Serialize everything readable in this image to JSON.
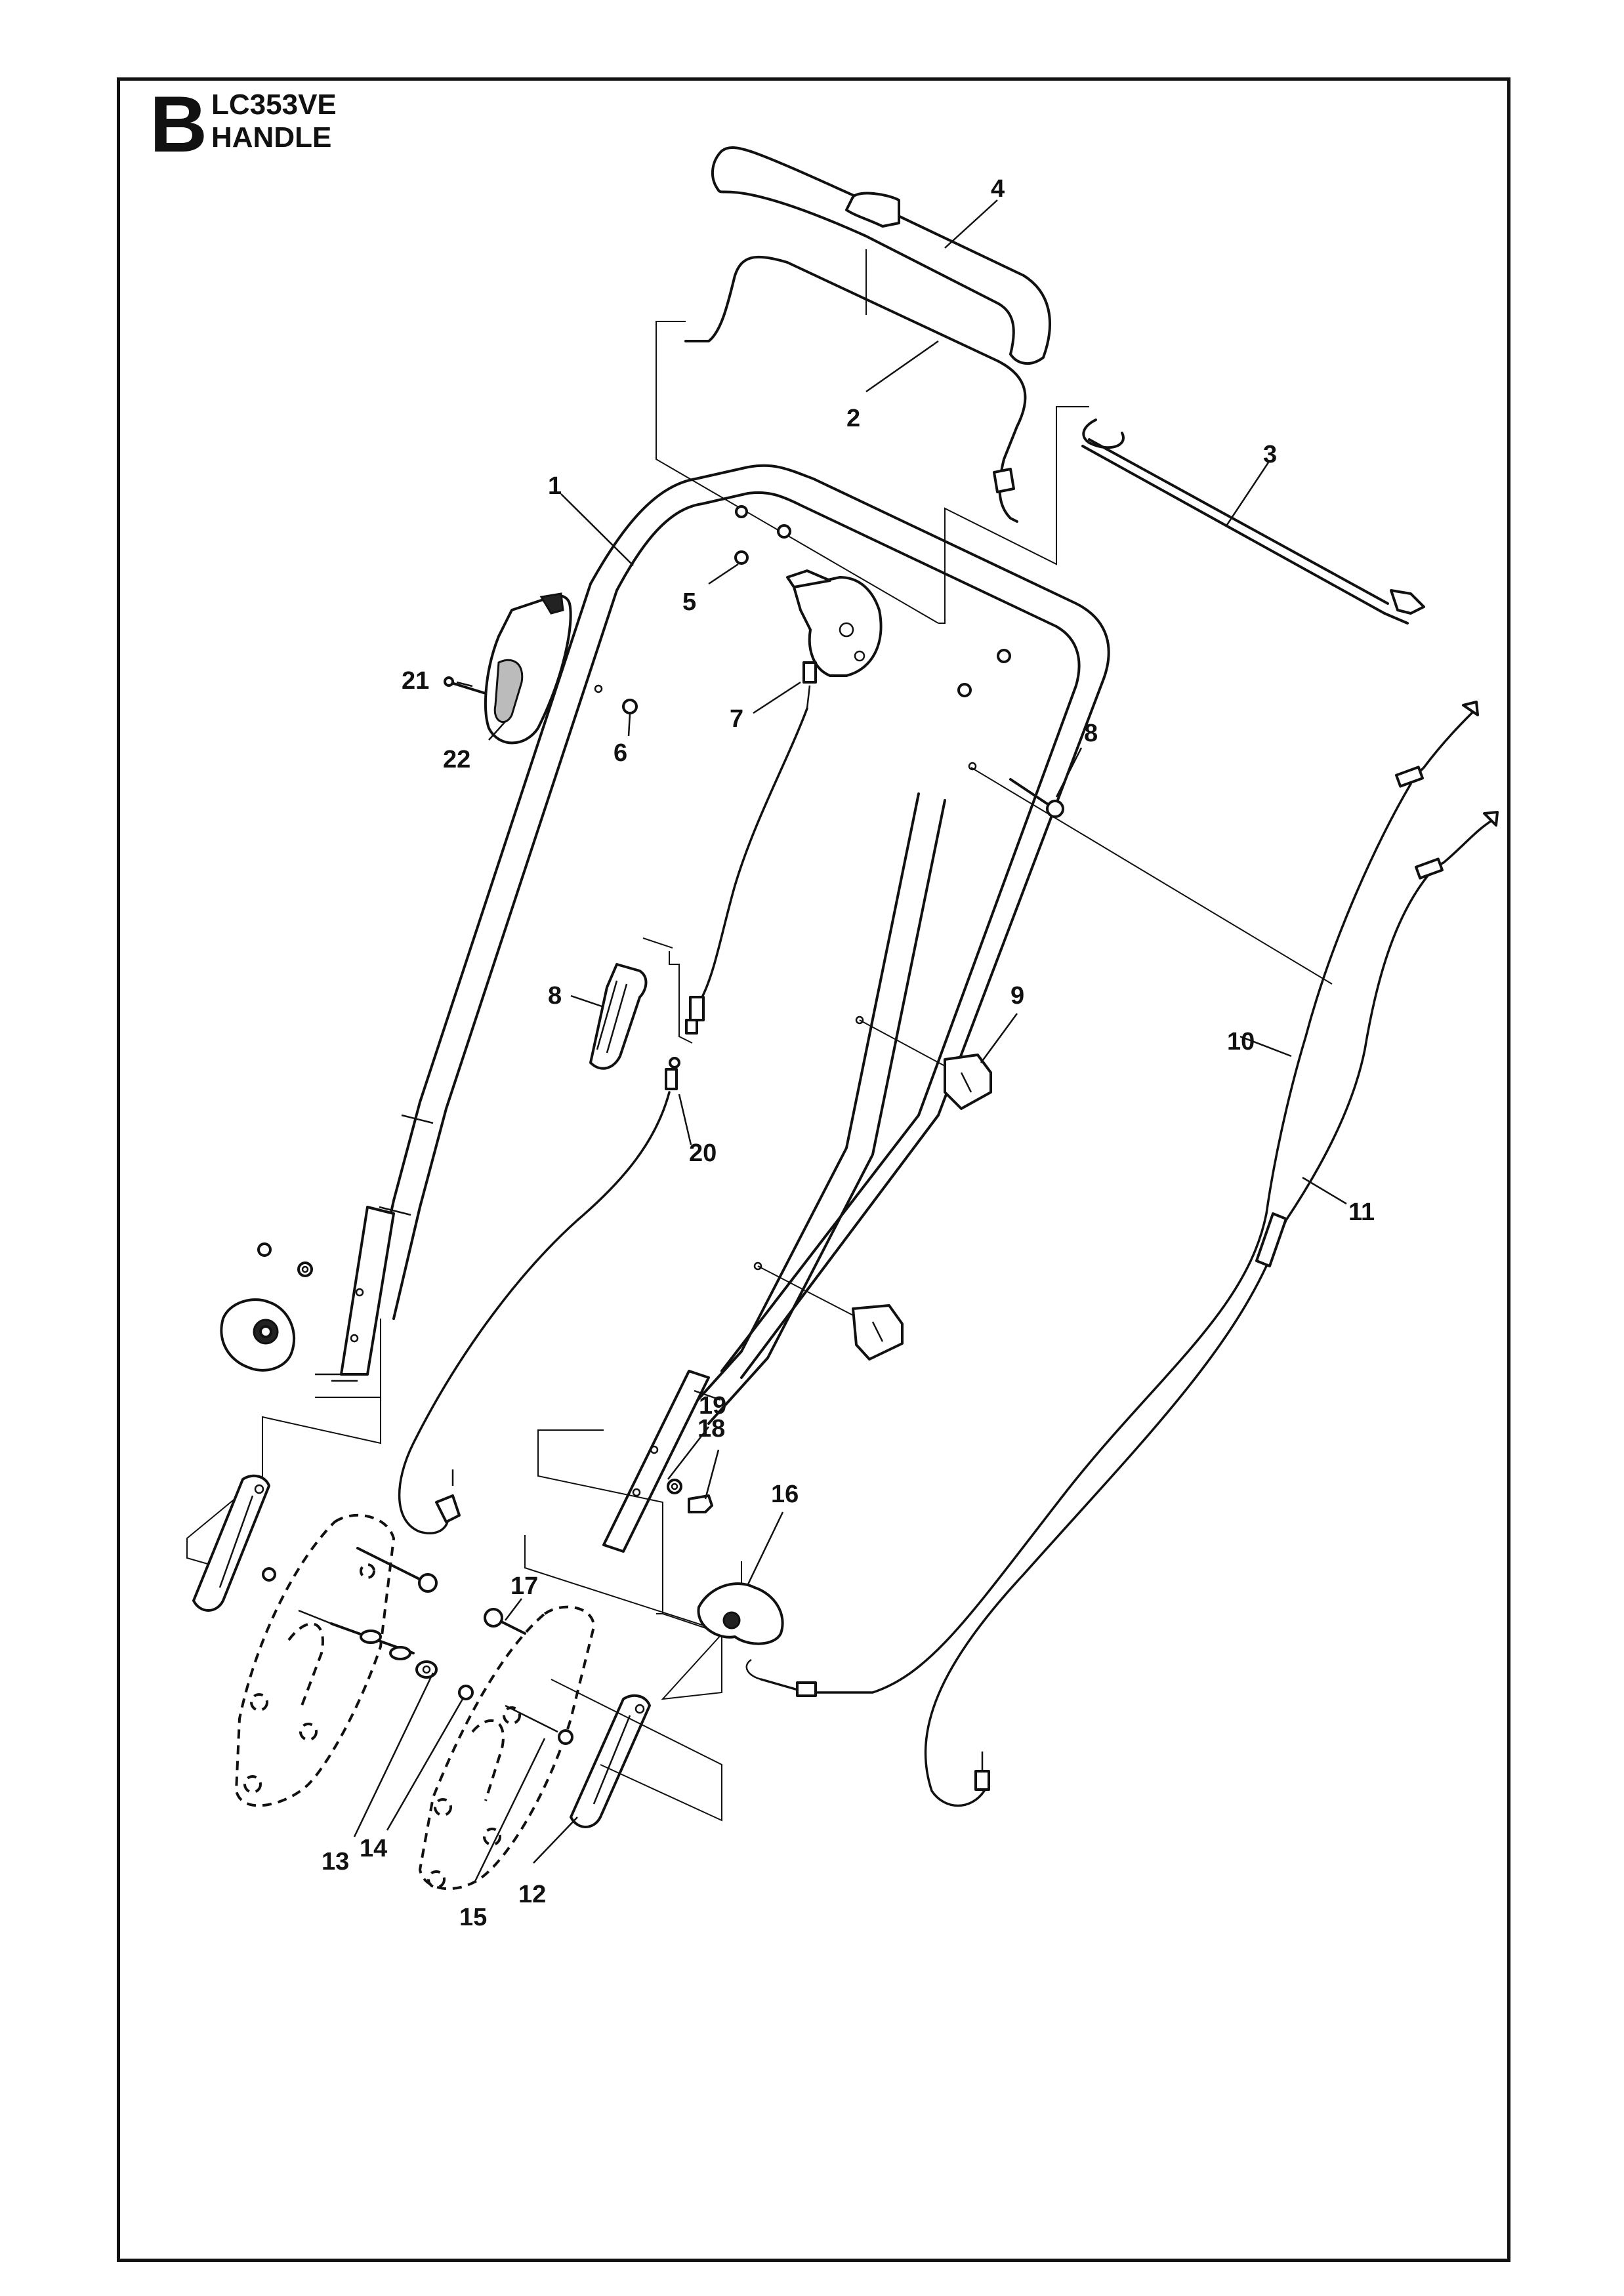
{
  "header": {
    "section_letter": "B",
    "model": "LC353VE",
    "title": "HANDLE"
  },
  "callouts": {
    "p1": "1",
    "p2": "2",
    "p3": "3",
    "p4": "4",
    "p5": "5",
    "p6": "6",
    "p7": "7",
    "p8a": "8",
    "p8b": "8",
    "p9": "9",
    "p10": "10",
    "p11": "11",
    "p12": "12",
    "p13": "13",
    "p14": "14",
    "p15": "15",
    "p16": "16",
    "p17": "17",
    "p18": "18",
    "p19": "19",
    "p20": "20",
    "p21": "21",
    "p22": "22"
  }
}
